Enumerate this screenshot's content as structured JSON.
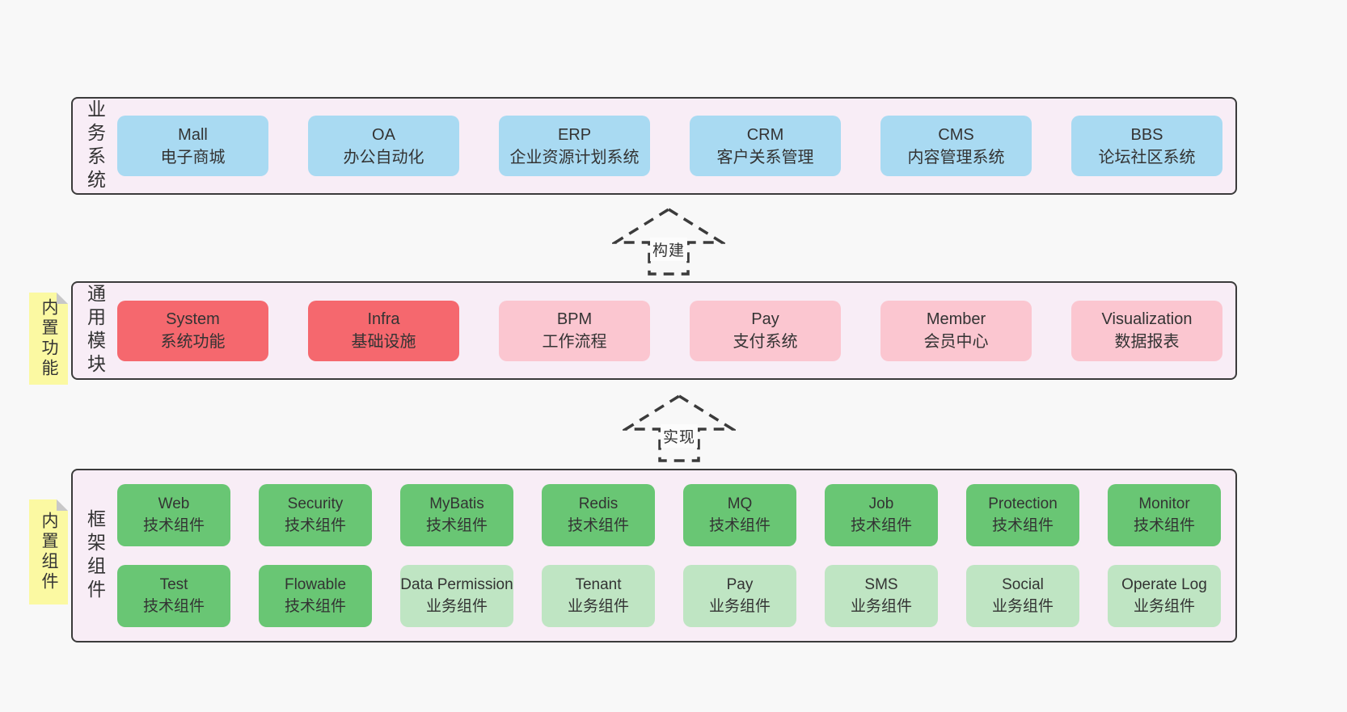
{
  "colors": {
    "page_bg": "#f8f8f8",
    "band_bg": "#f8edf6",
    "border": "#3b3b3b",
    "blue": "#a9daf2",
    "red": "#f5686e",
    "pink": "#fbc6d0",
    "green": "#69c674",
    "light_green": "#bfe5c3",
    "note_yellow": "#fbf9a2",
    "fold_gray": "#c8c8c8"
  },
  "arrows": [
    {
      "label": "构建"
    },
    {
      "label": "实现"
    }
  ],
  "sections": [
    {
      "label": "业务系统",
      "note": "",
      "rows": [
        [
          {
            "name": "Mall",
            "desc": "电子商城",
            "variant": "blue"
          },
          {
            "name": "OA",
            "desc": "办公自动化",
            "variant": "blue"
          },
          {
            "name": "ERP",
            "desc": "企业资源计划系统",
            "variant": "blue"
          },
          {
            "name": "CRM",
            "desc": "客户关系管理",
            "variant": "blue"
          },
          {
            "name": "CMS",
            "desc": "内容管理系统",
            "variant": "blue"
          },
          {
            "name": "BBS",
            "desc": "论坛社区系统",
            "variant": "blue"
          }
        ]
      ]
    },
    {
      "label": "通用模块",
      "note": "内置功能",
      "rows": [
        [
          {
            "name": "System",
            "desc": "系统功能",
            "variant": "red"
          },
          {
            "name": "Infra",
            "desc": "基础设施",
            "variant": "red"
          },
          {
            "name": "BPM",
            "desc": "工作流程",
            "variant": "pink"
          },
          {
            "name": "Pay",
            "desc": "支付系统",
            "variant": "pink"
          },
          {
            "name": "Member",
            "desc": "会员中心",
            "variant": "pink"
          },
          {
            "name": "Visualization",
            "desc": "数据报表",
            "variant": "pink"
          }
        ]
      ]
    },
    {
      "label": "框架组件",
      "note": "内置组件",
      "rows": [
        [
          {
            "name": "Web",
            "desc": "技术组件",
            "variant": "green"
          },
          {
            "name": "Security",
            "desc": "技术组件",
            "variant": "green"
          },
          {
            "name": "MyBatis",
            "desc": "技术组件",
            "variant": "green"
          },
          {
            "name": "Redis",
            "desc": "技术组件",
            "variant": "green"
          },
          {
            "name": "MQ",
            "desc": "技术组件",
            "variant": "green"
          },
          {
            "name": "Job",
            "desc": "技术组件",
            "variant": "green"
          },
          {
            "name": "Protection",
            "desc": "技术组件",
            "variant": "green"
          },
          {
            "name": "Monitor",
            "desc": "技术组件",
            "variant": "green"
          }
        ],
        [
          {
            "name": "Test",
            "desc": "技术组件",
            "variant": "green"
          },
          {
            "name": "Flowable",
            "desc": "技术组件",
            "variant": "green"
          },
          {
            "name": "Data Permission",
            "desc": "业务组件",
            "variant": "light_green"
          },
          {
            "name": "Tenant",
            "desc": "业务组件",
            "variant": "light_green"
          },
          {
            "name": "Pay",
            "desc": "业务组件",
            "variant": "light_green"
          },
          {
            "name": "SMS",
            "desc": "业务组件",
            "variant": "light_green"
          },
          {
            "name": "Social",
            "desc": "业务组件",
            "variant": "light_green"
          },
          {
            "name": "Operate Log",
            "desc": "业务组件",
            "variant": "light_green"
          }
        ]
      ]
    }
  ]
}
